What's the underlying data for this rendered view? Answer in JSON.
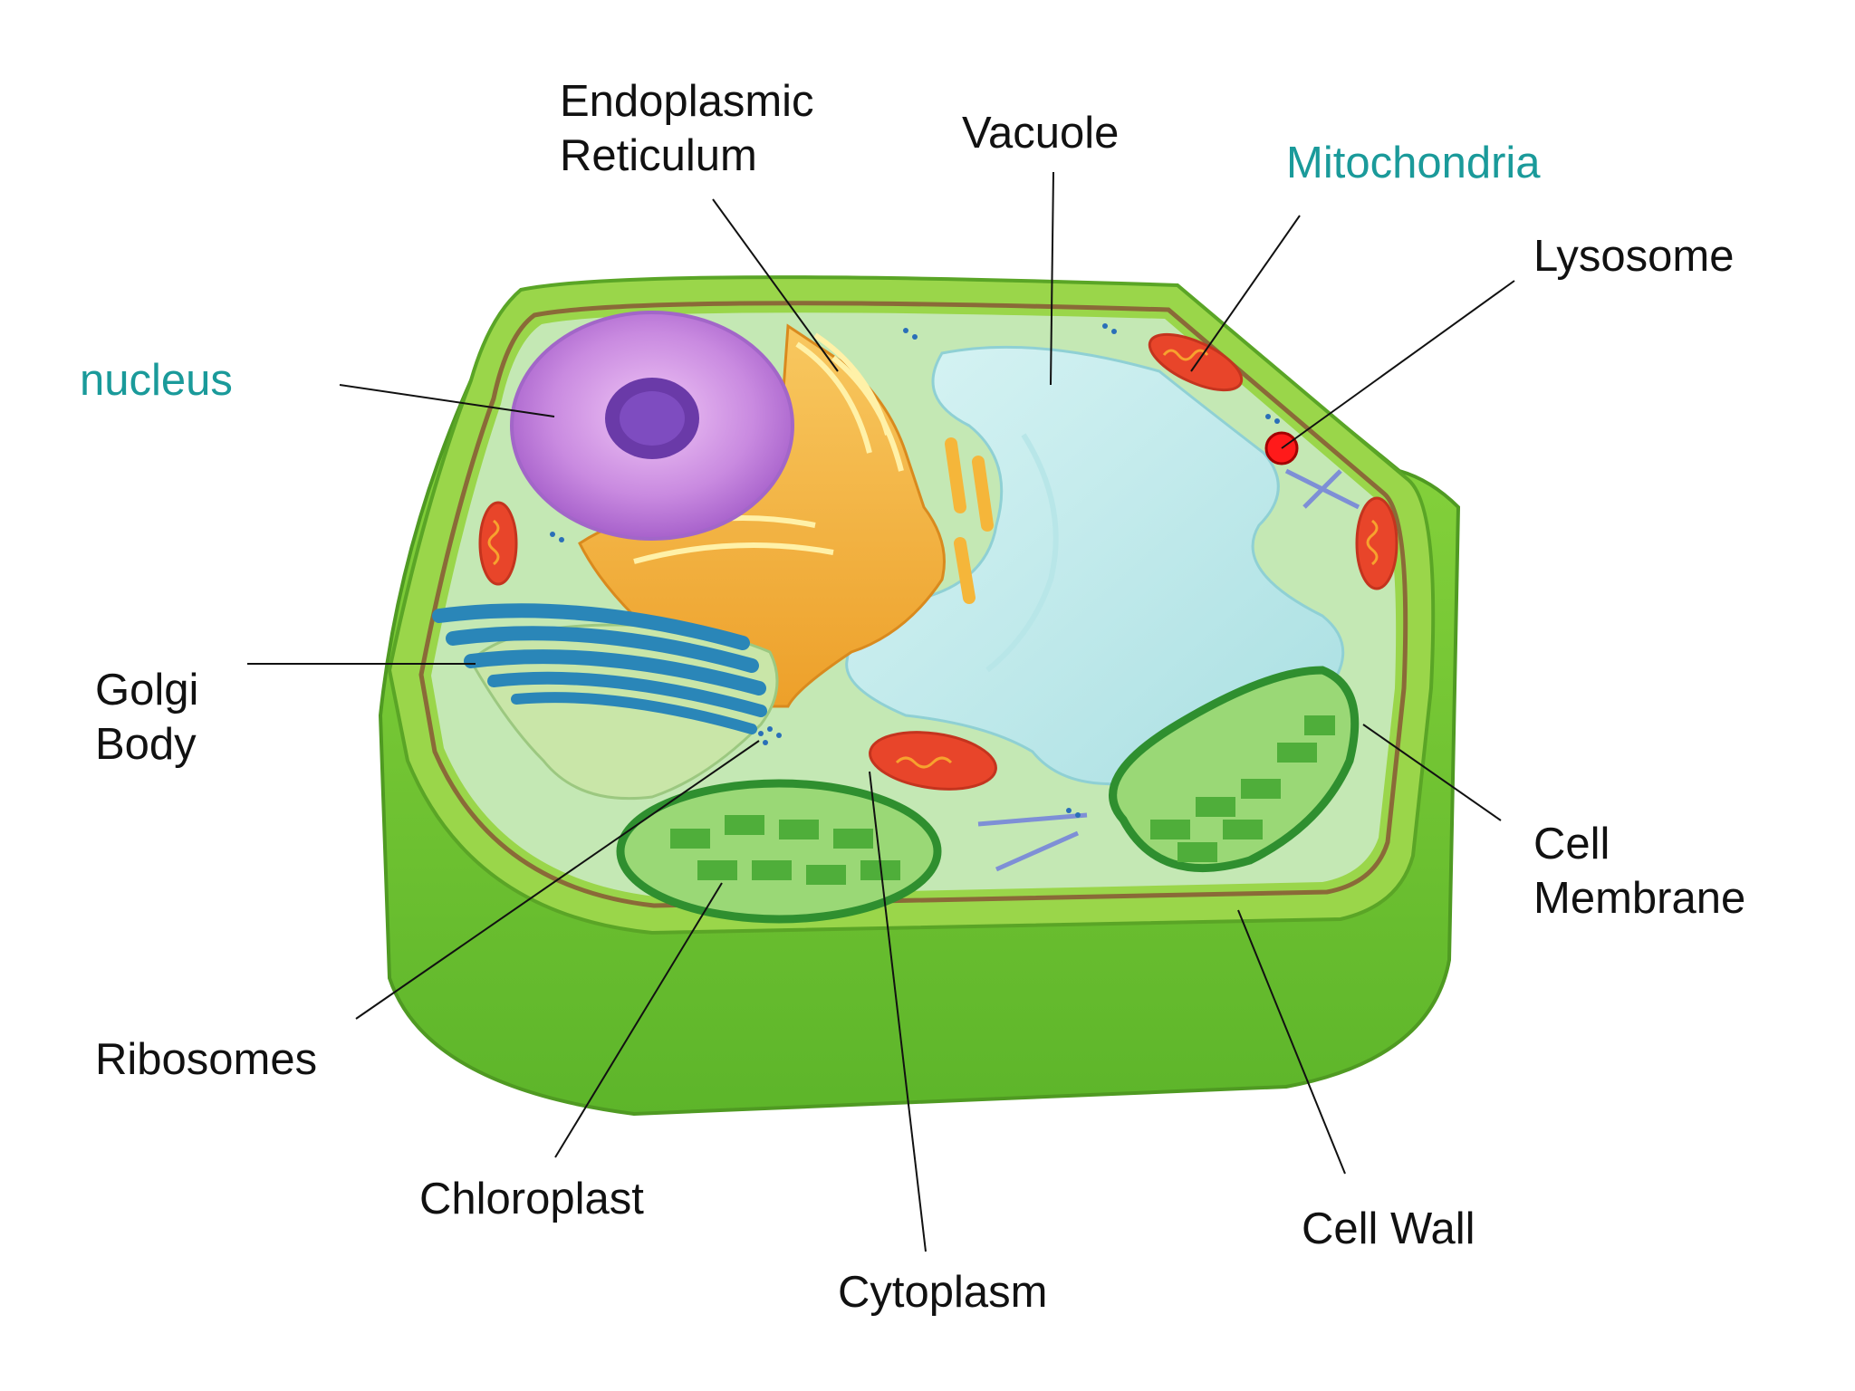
{
  "labels": {
    "endoplasmic_reticulum": [
      "Endoplasmic",
      "Reticulum"
    ],
    "vacuole": "Vacuole",
    "mitochondria": "Mitochondria",
    "lysosome": "Lysosome",
    "nucleus": "nucleus",
    "golgi_body": [
      "Golgi",
      "Body"
    ],
    "cell_membrane": [
      "Cell",
      "Membrane"
    ],
    "ribosomes": "Ribosomes",
    "chloroplast": "Chloroplast",
    "cell_wall": "Cell Wall",
    "cytoplasm": "Cytoplasm"
  },
  "colors": {
    "label_text": "#111111",
    "highlight_label": "#1a9a9a",
    "cell_wall": "#7ed23a",
    "cytoplasm": "#bfe7b0",
    "vacuole": "#c7eef0",
    "nucleus": "#c07ad8",
    "nucleolus": "#6a3aa8",
    "endoplasmic_reticulum": "#f5b63a",
    "golgi": "#2a86b8",
    "mitochondria": "#e8452a",
    "chloroplast": "#2f8f2f",
    "lysosome_marker": "#ff1a1a"
  }
}
